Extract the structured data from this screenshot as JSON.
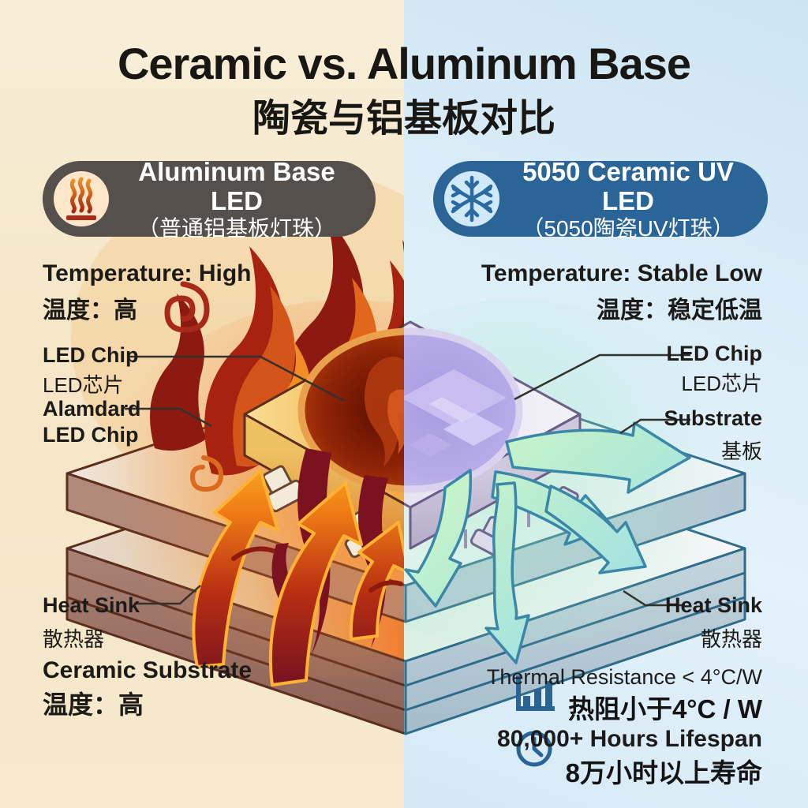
{
  "title": {
    "en": "Ceramic vs. Aluminum Base",
    "zh": "陶瓷与铝基板对比"
  },
  "left_panel": {
    "badge": {
      "icon": "heat-icon",
      "title": "Aluminum Base LED",
      "subtitle": "（普通铝基板灯珠）"
    },
    "temperature": {
      "en": "Temperature: High",
      "zh": "温度：高"
    },
    "labels": {
      "led_chip": {
        "en": "LED Chip",
        "zh": "LED芯片"
      },
      "standard_chip": {
        "line1": "Alamdard",
        "line2": "LED Chip"
      },
      "heat_sink": {
        "en": "Heat Sink",
        "zh": "散热器"
      },
      "ceramic_substrate": {
        "en": "Ceramic Substrate",
        "zh": "温度：高"
      }
    }
  },
  "right_panel": {
    "badge": {
      "icon": "snowflake-icon",
      "title": "5050 Ceramic UV LED",
      "subtitle": "（5050陶瓷UV灯珠）"
    },
    "temperature": {
      "en": "Temperature: Stable Low",
      "zh": "温度：稳定低温"
    },
    "labels": {
      "led_chip": {
        "en": "LED Chip",
        "zh": "LED芯片"
      },
      "substrate": {
        "en": "Substrate",
        "zh": "基板"
      },
      "heat_sink": {
        "en": "Heat Sink",
        "zh": "散热器"
      }
    },
    "metrics": [
      {
        "icon": "bar-chart-icon",
        "en": "Thermal Resistance < 4°C/W",
        "zh": "热阻小于4°C / W"
      },
      {
        "icon": "clock-icon",
        "en": "80,000+ Hours Lifespan",
        "zh": "8万小时以上寿命"
      }
    ]
  },
  "colors": {
    "warm_bg": "#f5e8cd",
    "cool_bg": "#d9eaf6",
    "badge_warm_bg": "#55504b",
    "badge_cool_bg": "#2b6597",
    "accent_blue": "#2a6496",
    "fire_red": "#b02c12",
    "cool_arrow": "#aee8d9"
  }
}
